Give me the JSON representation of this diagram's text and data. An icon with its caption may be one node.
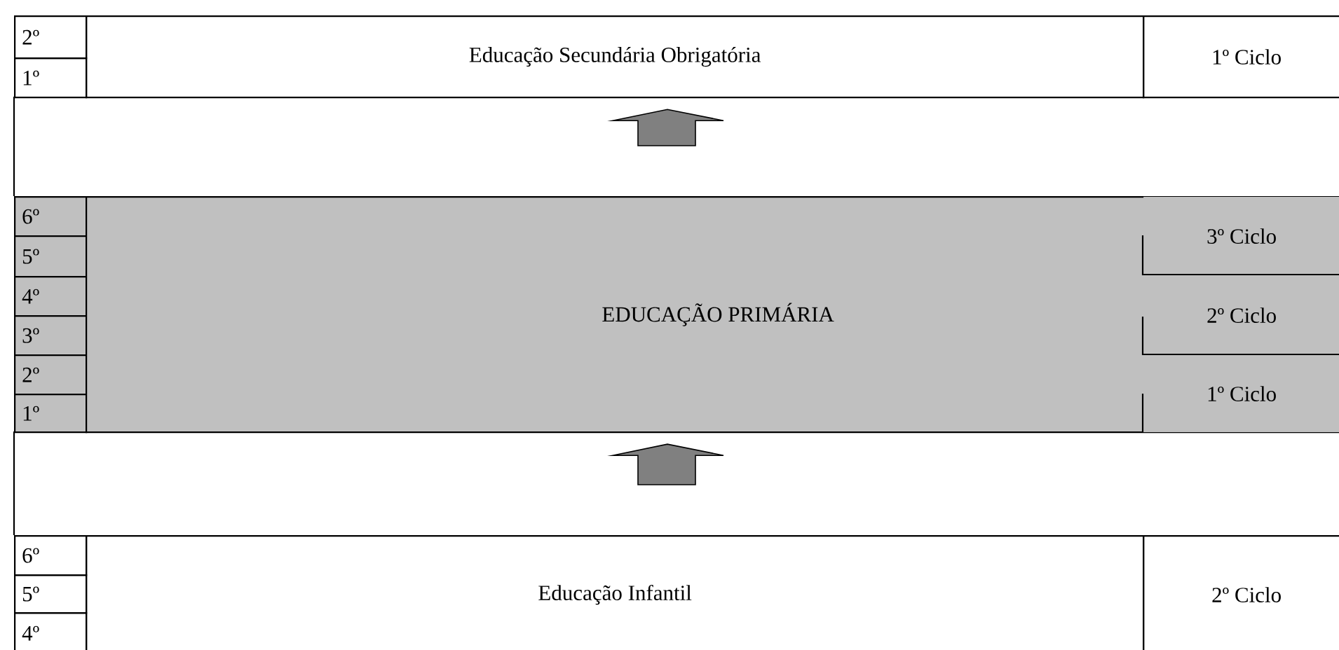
{
  "diagram": {
    "nodes": [
      {
        "text": [
          "2º"
        ]
      },
      {
        "text": [
          "1º"
        ]
      },
      {
        "text": [
          "Educação Secundária Obrigatória"
        ]
      },
      {
        "text": [
          "1º Ciclo"
        ]
      },
      {
        "text": [
          "6º"
        ]
      },
      {
        "text": [
          "5º"
        ]
      },
      {
        "text": [
          "4º"
        ]
      },
      {
        "text": [
          "3º"
        ]
      },
      {
        "text": [
          "2º"
        ]
      },
      {
        "text": [
          "1º"
        ]
      },
      {
        "text": [
          "EDUCAÇÃO PRIMÁRIA"
        ]
      },
      {
        "text": [
          "3º Ciclo"
        ],
        "in": 10
      },
      {
        "text": [
          "2º Ciclo"
        ],
        "in": 10
      },
      {
        "text": [
          "1º Ciclo"
        ],
        "in": 10
      },
      {
        "text": [
          "6º"
        ]
      },
      {
        "text": [
          "5º"
        ]
      },
      {
        "text": [
          "4º"
        ]
      },
      {
        "text": [
          "Educação Infantil"
        ]
      },
      {
        "text": [
          "2º Ciclo"
        ]
      }
    ],
    "edges": [
      {
        "from": 17,
        "to": 10,
        "arrow": "to"
      },
      {
        "from": 10,
        "to": 2,
        "arrow": "to"
      }
    ]
  }
}
